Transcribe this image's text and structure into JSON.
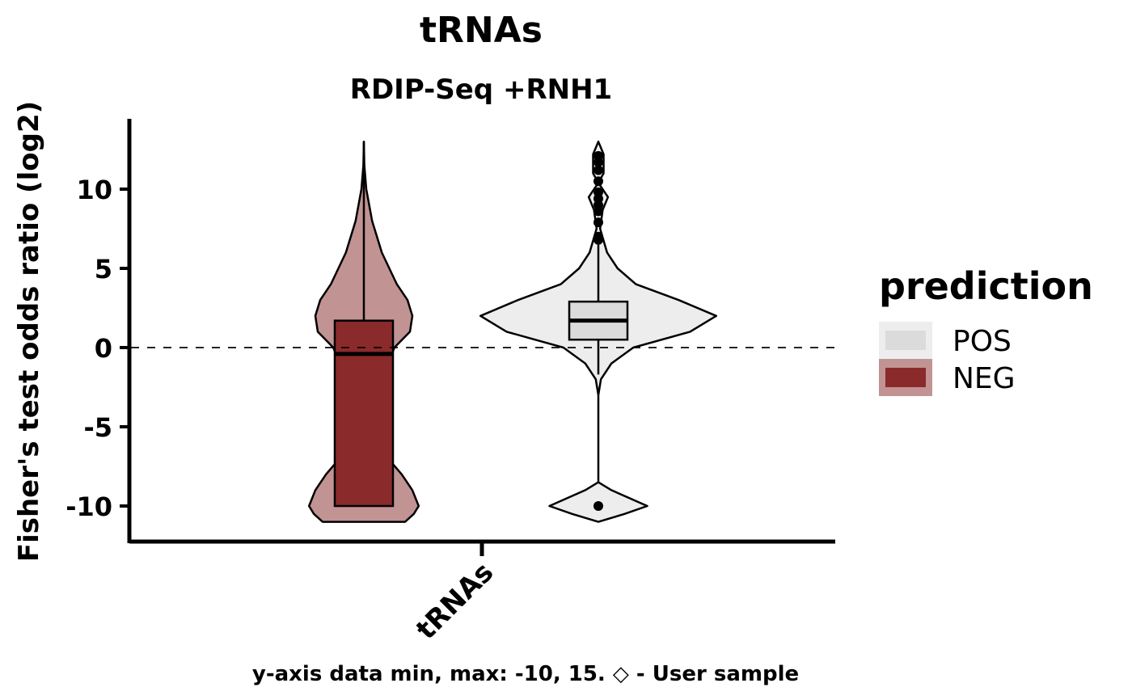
{
  "chart_data": {
    "type": "violin",
    "title": "tRNAs",
    "subtitle": "RDIP-Seq +RNH1",
    "ylabel": "Fisher's test odds ratio (log2)",
    "xlabel": "",
    "categories": [
      "tRNAs"
    ],
    "ylim": [
      -12.2,
      14.4
    ],
    "yticks": [
      -10,
      -5,
      0,
      5,
      10
    ],
    "ytick_labels": [
      "-10",
      "-5",
      "0",
      "5",
      "10"
    ],
    "reference_line": {
      "y": 0,
      "style": "dashed"
    },
    "grid": false,
    "legend": {
      "title": "prediction",
      "position": "right",
      "entries": [
        {
          "label": "POS",
          "color": "#dcdbdc"
        },
        {
          "label": "NEG",
          "color": "#8b2a2b"
        }
      ]
    },
    "series": [
      {
        "name": "NEG",
        "fill": "#8b2a2b",
        "violin_fill": "#c29393",
        "box": {
          "q1": -10,
          "median": -0.4,
          "q3": 1.7,
          "whisker_low": -10,
          "whisker_high": 13
        },
        "outliers": [],
        "violin_max": 13,
        "violin_min": -11,
        "density": [
          [
            13,
            0.0
          ],
          [
            11.5,
            0.01
          ],
          [
            10,
            0.05
          ],
          [
            8,
            0.17
          ],
          [
            6,
            0.37
          ],
          [
            4,
            0.68
          ],
          [
            3,
            0.9
          ],
          [
            2,
            1.0
          ],
          [
            1,
            0.95
          ],
          [
            0,
            0.63
          ],
          [
            -1,
            0.5
          ],
          [
            -3,
            0.45
          ],
          [
            -5,
            0.45
          ],
          [
            -7,
            0.5
          ],
          [
            -8,
            0.78
          ],
          [
            -9,
            1.0
          ],
          [
            -10,
            1.13
          ],
          [
            -10.5,
            1.03
          ],
          [
            -11,
            0.85
          ]
        ]
      },
      {
        "name": "POS",
        "fill": "#dcdbdc",
        "violin_fill": "#ededed",
        "box": {
          "q1": 0.5,
          "median": 1.7,
          "q3": 2.9,
          "whisker_low": -1.7,
          "whisker_high": 6.5
        },
        "outliers": [
          12.1,
          11.7,
          11.2,
          10.5,
          9.8,
          9.4,
          9.0,
          8.6,
          7.9,
          7.0,
          6.8,
          -10
        ],
        "violin_max": 13,
        "violin_min": -11,
        "density": [
          [
            13,
            0.0
          ],
          [
            12.2,
            0.06
          ],
          [
            11,
            0.06
          ],
          [
            10.4,
            0.0
          ],
          [
            9.5,
            0.11
          ],
          [
            8.7,
            0.05
          ],
          [
            7.5,
            0.02
          ],
          [
            6,
            0.1
          ],
          [
            5,
            0.22
          ],
          [
            4,
            0.43
          ],
          [
            3,
            0.92
          ],
          [
            2,
            1.35
          ],
          [
            1,
            1.05
          ],
          [
            0,
            0.4
          ],
          [
            -1,
            0.15
          ],
          [
            -2,
            0.03
          ],
          [
            -3,
            0.0
          ],
          [
            -8.5,
            0.0
          ],
          [
            -9,
            0.15
          ],
          [
            -10,
            0.56
          ],
          [
            -10.5,
            0.3
          ],
          [
            -11,
            0.0
          ]
        ]
      }
    ]
  },
  "footer": {
    "note": "y-axis data min, max: -10, 15. ◇ - User sample"
  }
}
